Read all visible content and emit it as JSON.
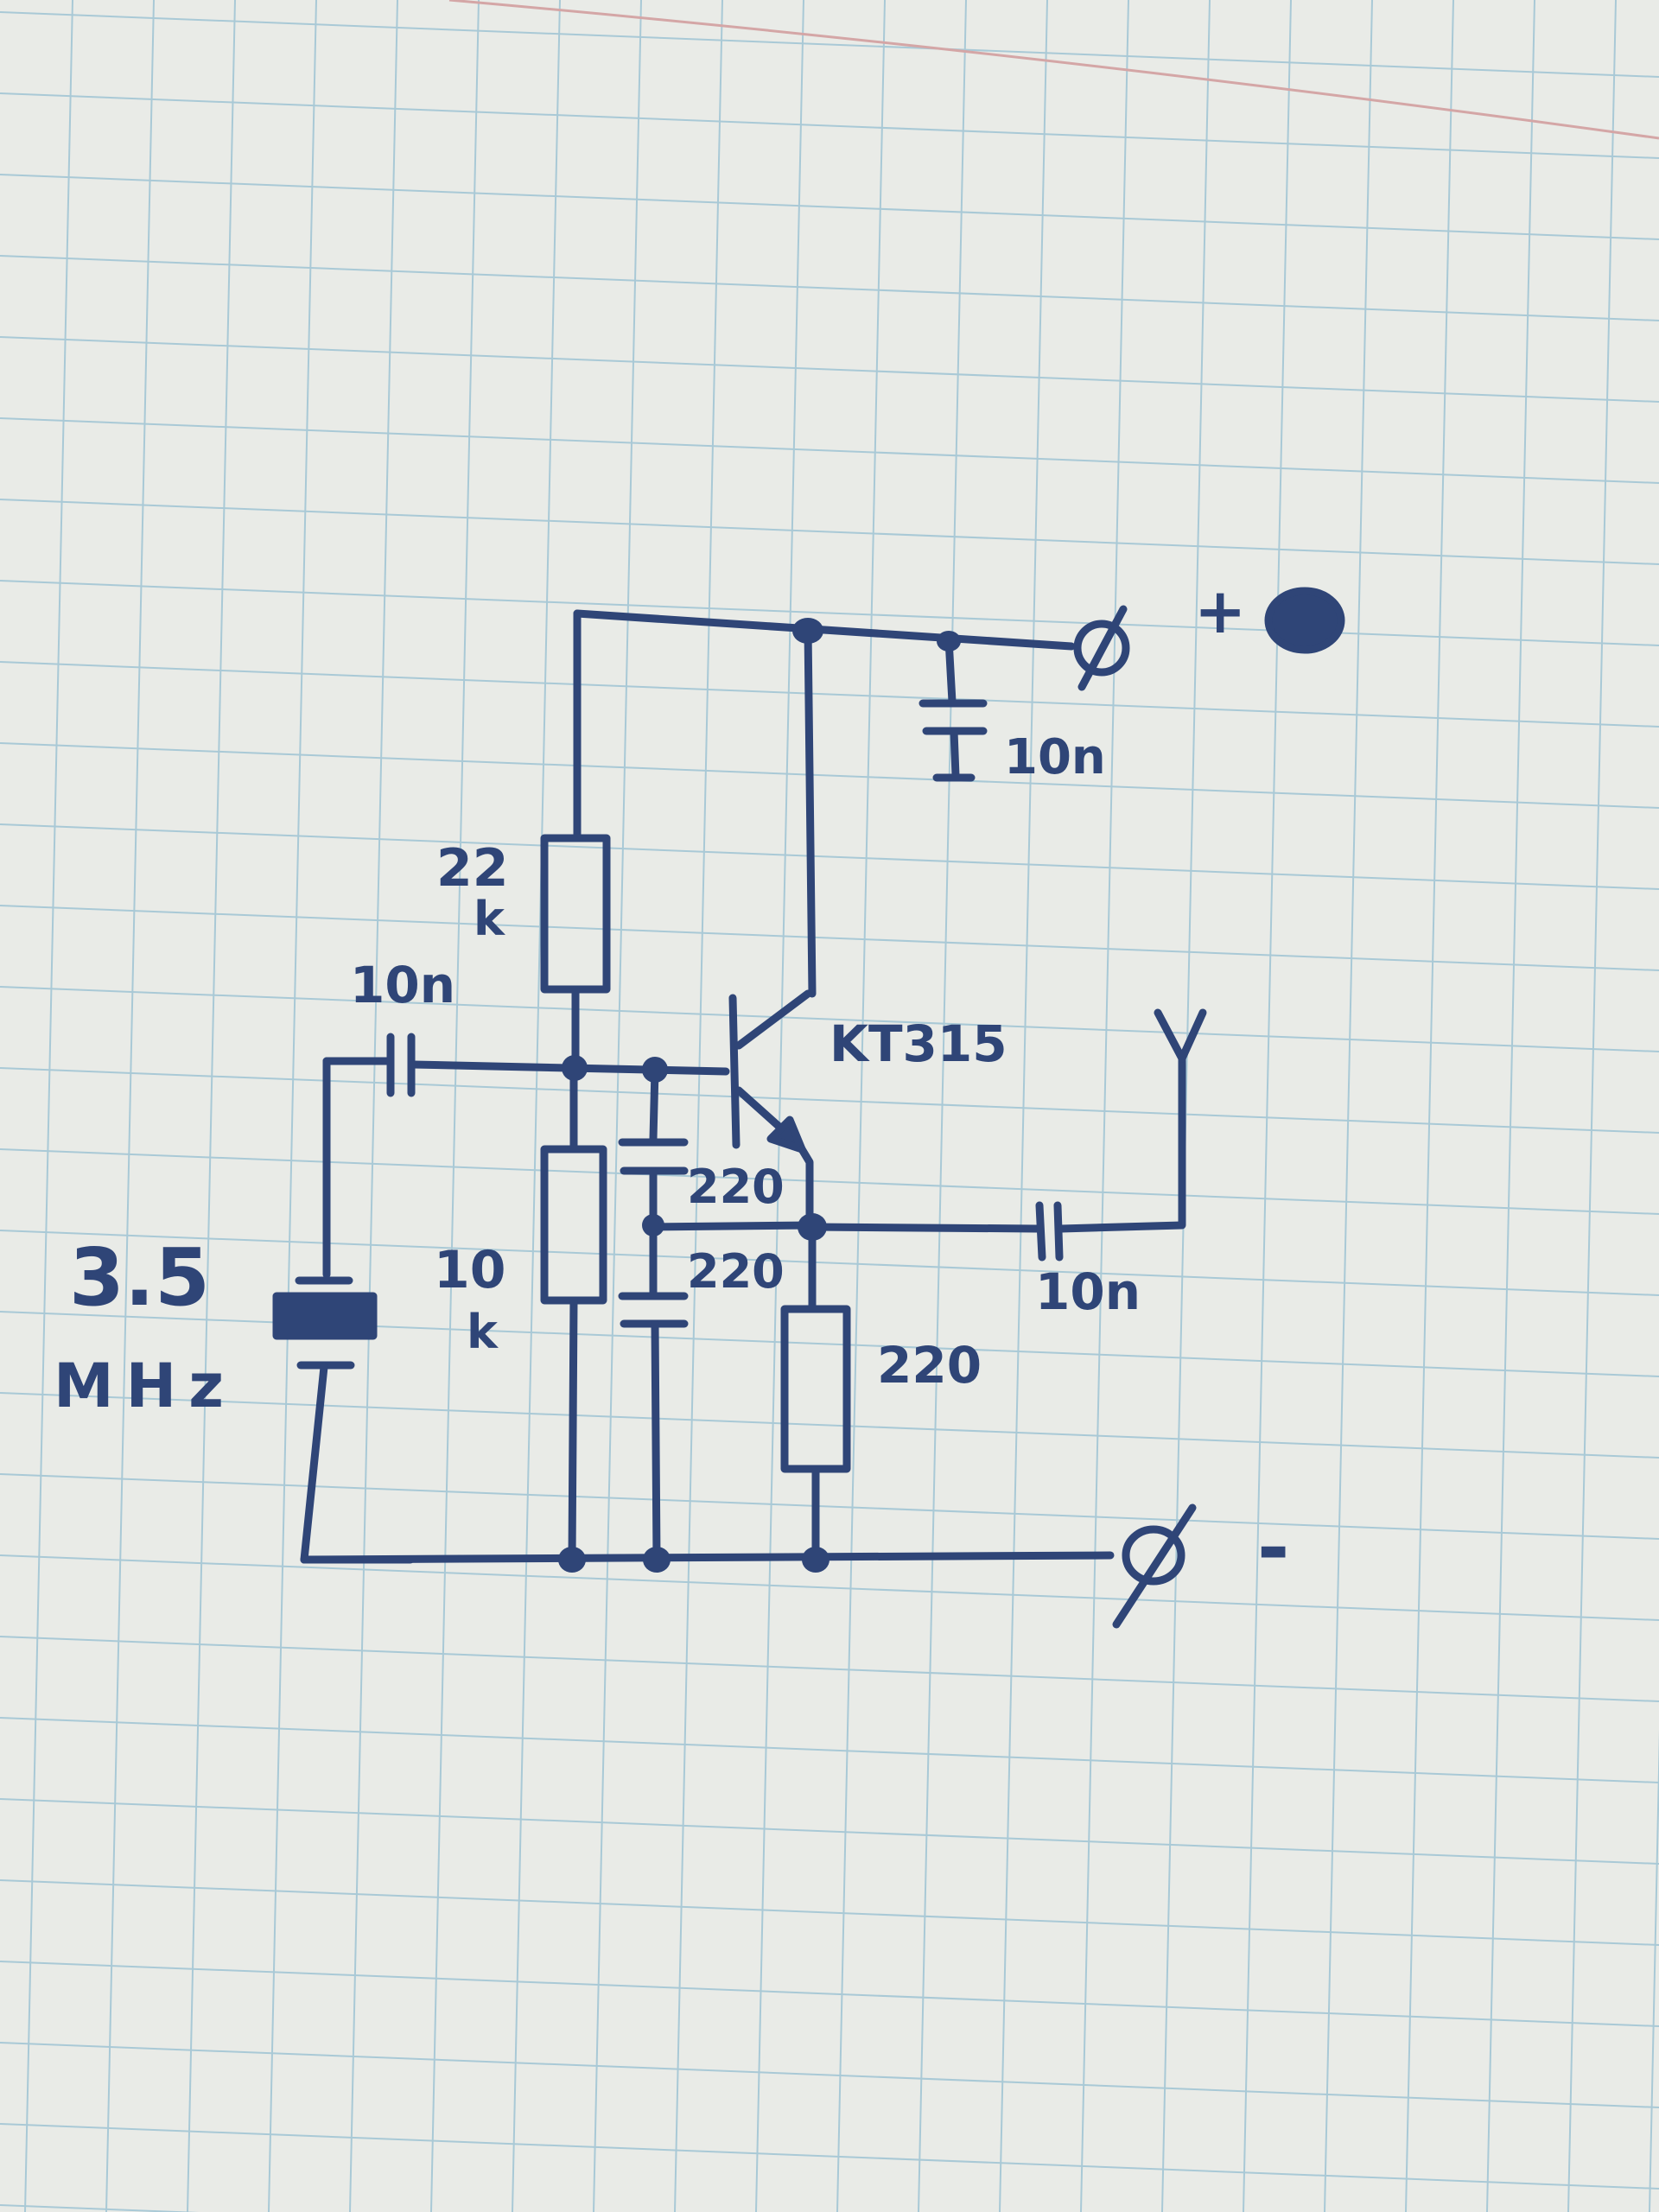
{
  "colors": {
    "paper": "#e9ebe7",
    "grid": "#a9c9d6",
    "margin_line": "#d4a6a6",
    "ink": "#2f4577"
  },
  "labels": {
    "plus_terminal": "+",
    "minus_terminal": "-",
    "cap_supply": "10n",
    "res_top_value": "22",
    "res_top_unit": "k",
    "cap_input": "10n",
    "transistor": "KT315",
    "cap_fb_top": "220",
    "cap_fb_bottom": "220",
    "res_bottom_value": "10",
    "res_bottom_unit": "k",
    "res_emitter": "220",
    "cap_output": "10n",
    "crystal_freq": "3.5",
    "crystal_unit": "MHz"
  },
  "icons": {
    "antenna": "antenna-icon",
    "crystal": "crystal-icon",
    "terminal": "terminal-icon"
  }
}
